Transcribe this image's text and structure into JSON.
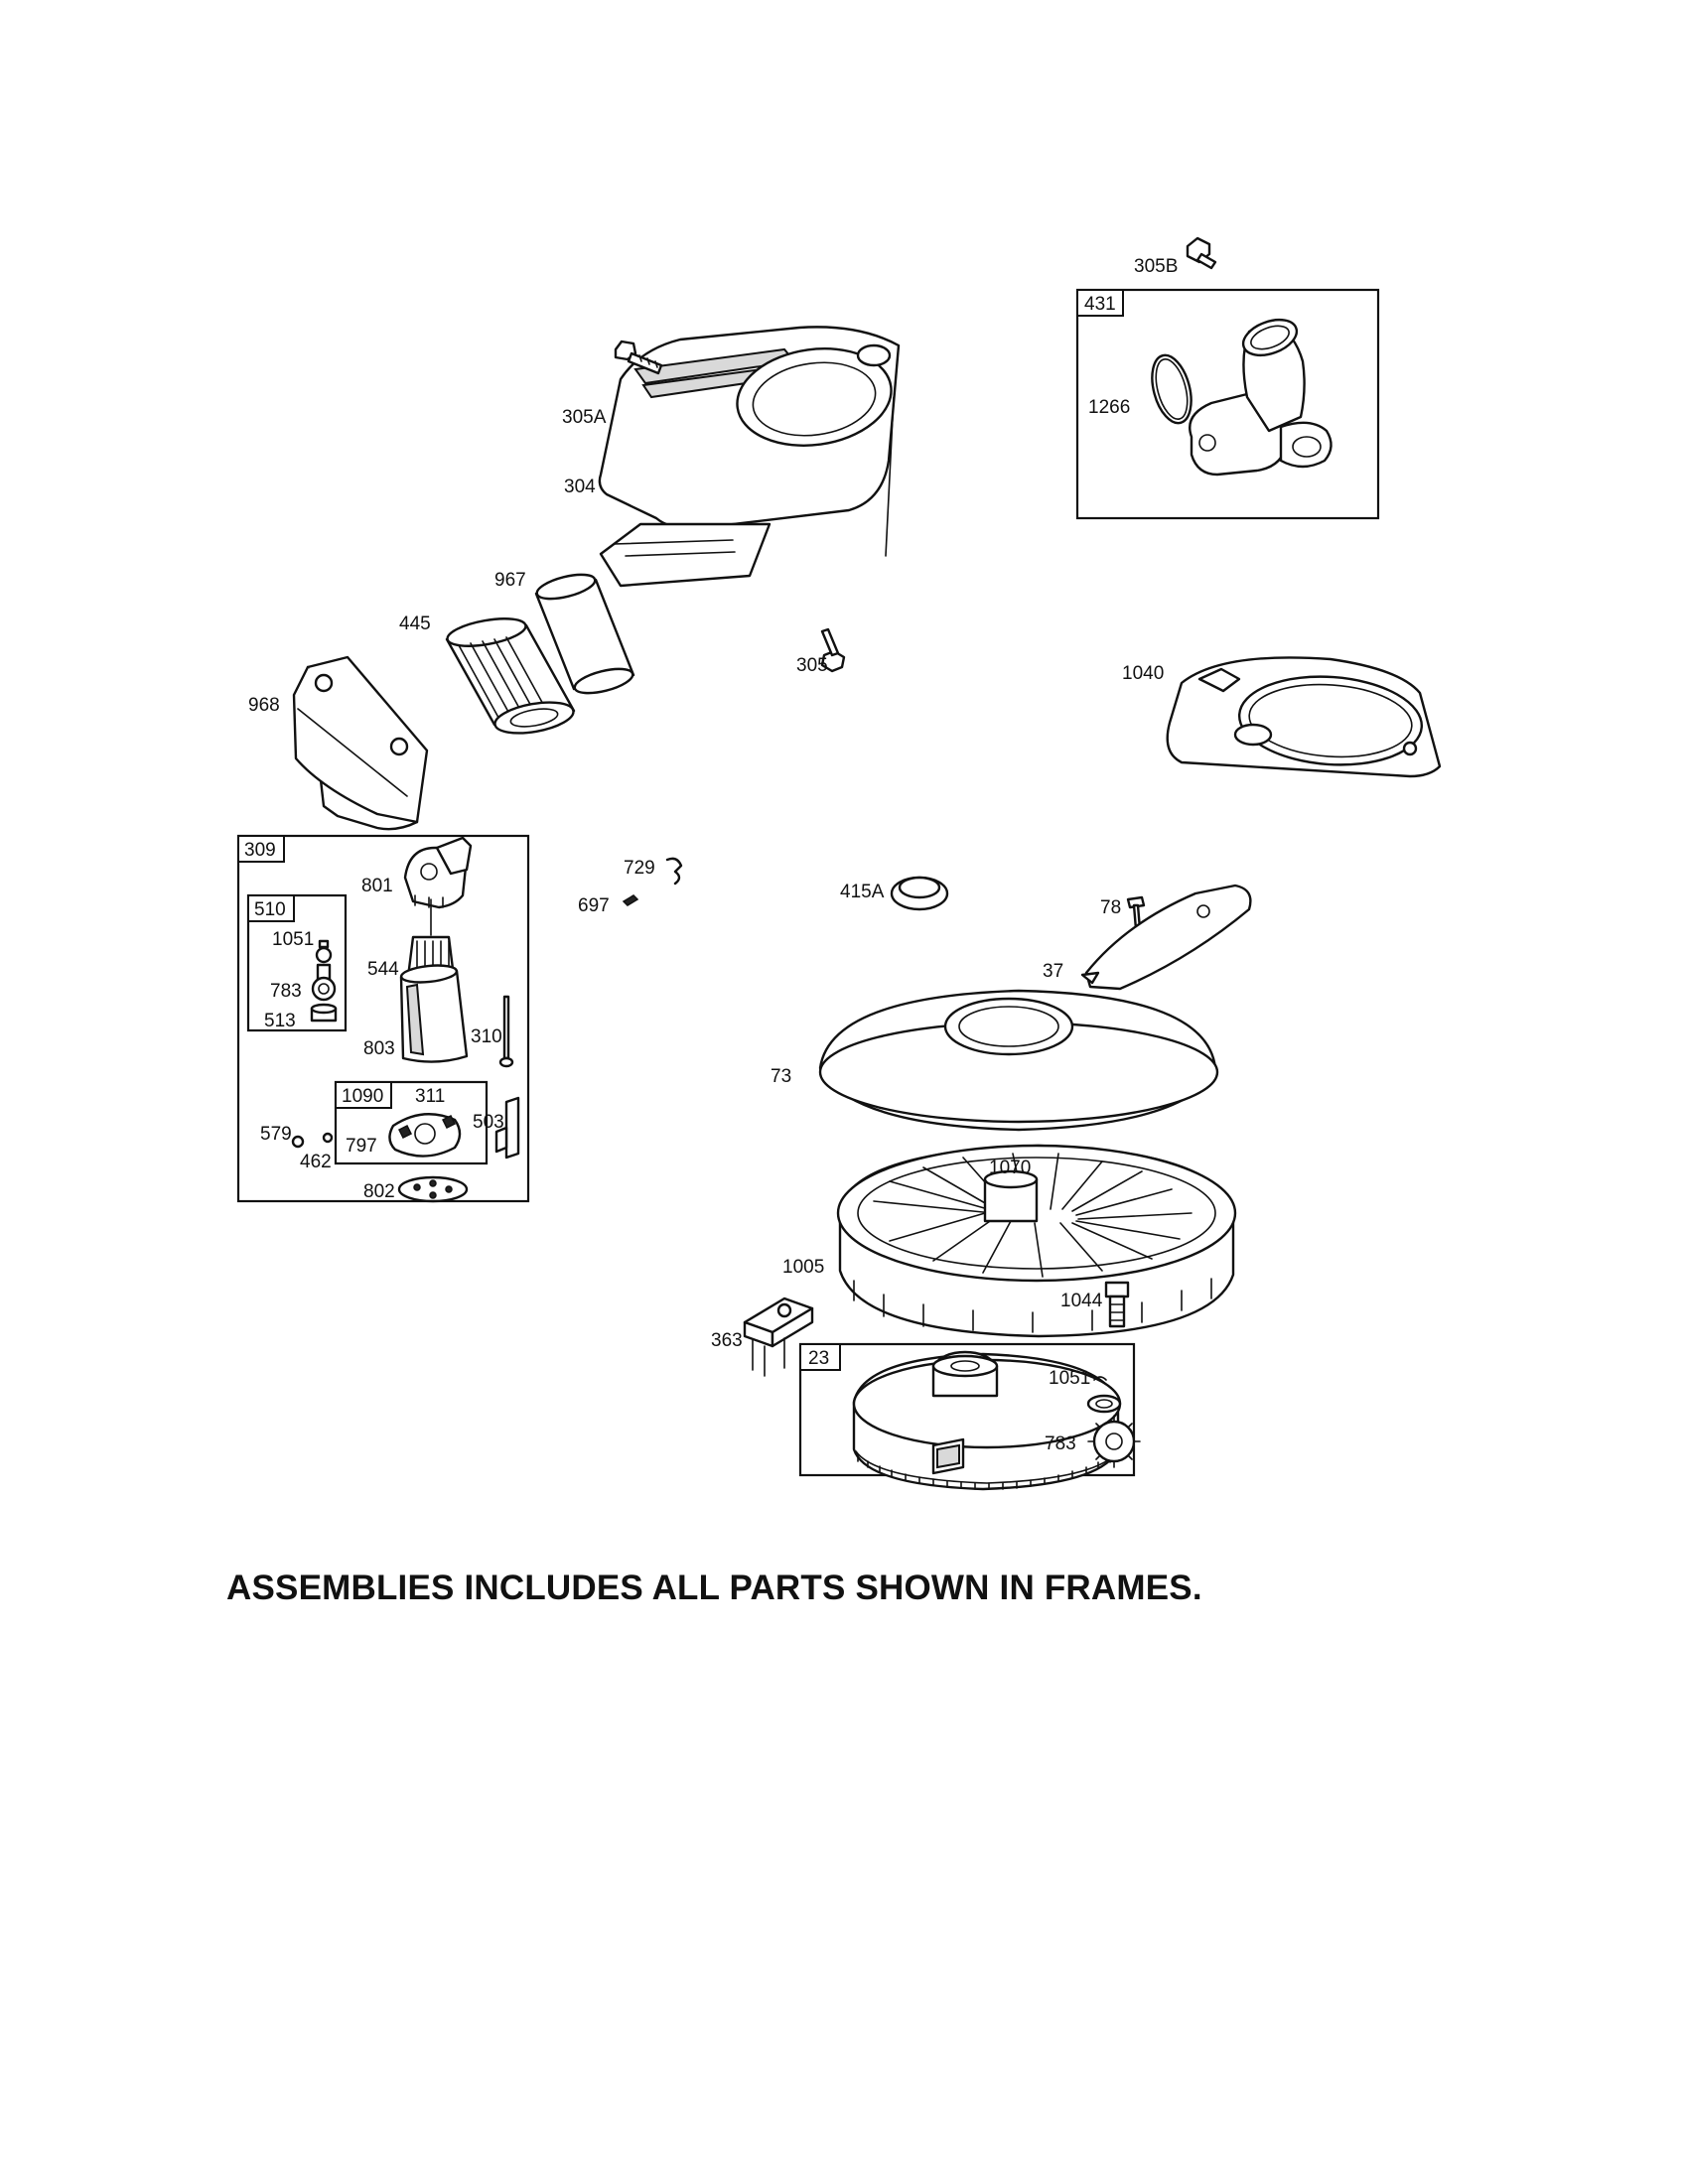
{
  "labels": {
    "305B": "305B",
    "431": "431",
    "1266": "1266",
    "305A": "305A",
    "304": "304",
    "967": "967",
    "445": "445",
    "305": "305",
    "1040": "1040",
    "968": "968",
    "309": "309",
    "801": "801",
    "510": "510",
    "1051": "1051",
    "544": "544",
    "783": "783",
    "513": "513",
    "803": "803",
    "310": "310",
    "1090": "1090",
    "311": "311",
    "797": "797",
    "579": "579",
    "503": "503",
    "462": "462",
    "802": "802",
    "729": "729",
    "697": "697",
    "415A": "415A",
    "78": "78",
    "37": "37",
    "73": "73",
    "1070": "1070",
    "1005": "1005",
    "1044": "1044",
    "363": "363",
    "23": "23",
    "1051b": "1051",
    "783b": "783"
  },
  "footer": {
    "note": "ASSEMBLIES INCLUDES ALL PARTS SHOWN IN FRAMES."
  }
}
